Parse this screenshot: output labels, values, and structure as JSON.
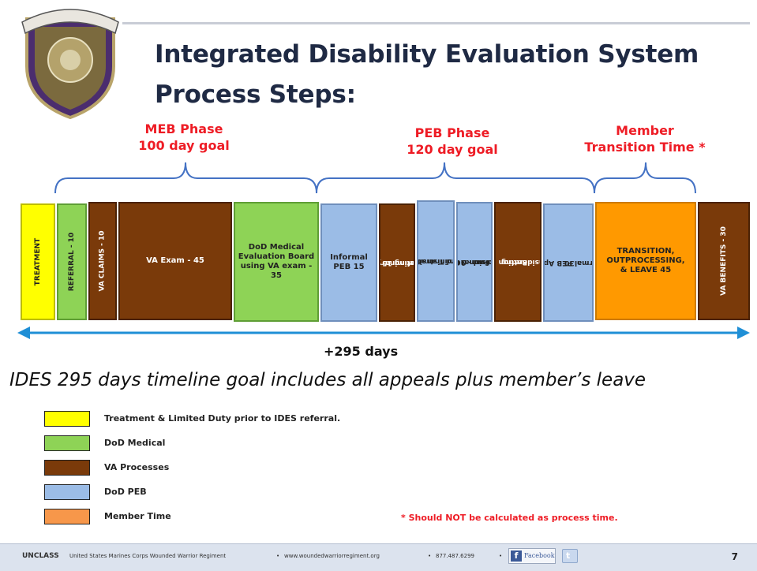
{
  "slide": {
    "title_line1": "Integrated Disability  Evaluation  System",
    "title_line2": "Process Steps:",
    "page_number": "7"
  },
  "phases": {
    "meb_line1": "MEB Phase",
    "meb_line2": "100 day goal",
    "peb_line1": "PEB Phase",
    "peb_line2": "120 day goal",
    "member_line1": "Member",
    "member_line2": "Transition Time *"
  },
  "steps": {
    "treatment": "TREATMENT",
    "referral": "REFERRAL - 10",
    "va_claims": "VA CLAIMS - 10",
    "va_exam": "VA Exam - 45",
    "dod_medical": "DoD Medical Evaluation Board using VA exam - 35",
    "informal_peb": "Informal PEB 15",
    "preliminary_va_rating_line1": "Preliminary VA",
    "preliminary_va_rating_line2": "Rating 15",
    "admin_transit_line1": "Administrative &",
    "admin_transit_line2": "Record Transit 15",
    "formal_peb_decision_line1": "Formal PEB",
    "formal_peb_decision_line2": "Decision & SM",
    "formal_peb_decision_line3": "Approval - 30",
    "rating_recon_line1": "Rating",
    "rating_recon_line2": "Reconsideration - 15",
    "formal_peb_appeal_line1": "Formal PEB Appeal",
    "formal_peb_appeal_line2": "- 30",
    "transition": "TRANSITION, OUTPROCESSING, & LEAVE 45",
    "va_benefits": "VA BENEFITS - 30"
  },
  "timeline": {
    "total": "+295  days",
    "goal_statement": "IDES 295 days timeline goal includes all appeals plus member’s leave"
  },
  "legend": [
    {
      "label": "Treatment & Limited Duty prior to IDES referral.",
      "color": "#ffff00"
    },
    {
      "label": "DoD Medical",
      "color": "#8ed356"
    },
    {
      "label": "VA Processes",
      "color": "#7a3a0a"
    },
    {
      "label": "DoD PEB",
      "color": "#9bbce6"
    },
    {
      "label": "Member Time",
      "color": "#f7974a"
    }
  ],
  "note": "* Should NOT be calculated as process time.",
  "footer": {
    "classification": "UNCLASS",
    "org": "United States Marines Corps Wounded Warrior Regiment",
    "website": "www.woundedwarriorregiment.org",
    "phone": "877.487.6299",
    "facebook": "Facebook"
  }
}
